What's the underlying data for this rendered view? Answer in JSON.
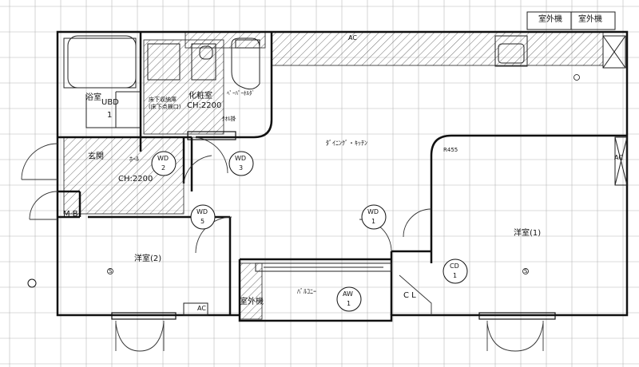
{
  "title": "",
  "rooms": {
    "bath": "浴室",
    "ubd": "UBD",
    "ubd_num": "1",
    "vanity": "化粧室",
    "vanity_ch": "CH:2200",
    "paper_holder": "ﾍﾟｰﾊﾟｰﾎﾙﾀﾞ",
    "towel_bar": "ﾀｵﾙ掛",
    "underfloor": "床下収納庫",
    "underfloor_sub": "(床下点検口)",
    "entrance": "玄関",
    "hall": "ﾎｰﾙ",
    "entrance_ch": "CH:2200",
    "mb": "M B",
    "dining": "ﾀﾞｲﾆﾝｸﾞ・ｷｯﾁﾝ",
    "western1": "洋室(1)",
    "western2": "洋室(2)",
    "balcony": "ﾊﾞﾙｺﾆｰ",
    "outdoor_unit": "室外機",
    "closet": "C L",
    "kitchen_r": "R455"
  },
  "equipment": {
    "ac": "AC",
    "outdoor_unit": "室外機",
    "sensor": "S"
  },
  "circles": [
    {
      "code": "WD",
      "num": "2"
    },
    {
      "code": "WD",
      "num": "3"
    },
    {
      "code": "WD",
      "num": "5"
    },
    {
      "code": "WD",
      "num": "1"
    },
    {
      "code": "CD",
      "num": "1"
    },
    {
      "code": "AW",
      "num": "1"
    }
  ]
}
